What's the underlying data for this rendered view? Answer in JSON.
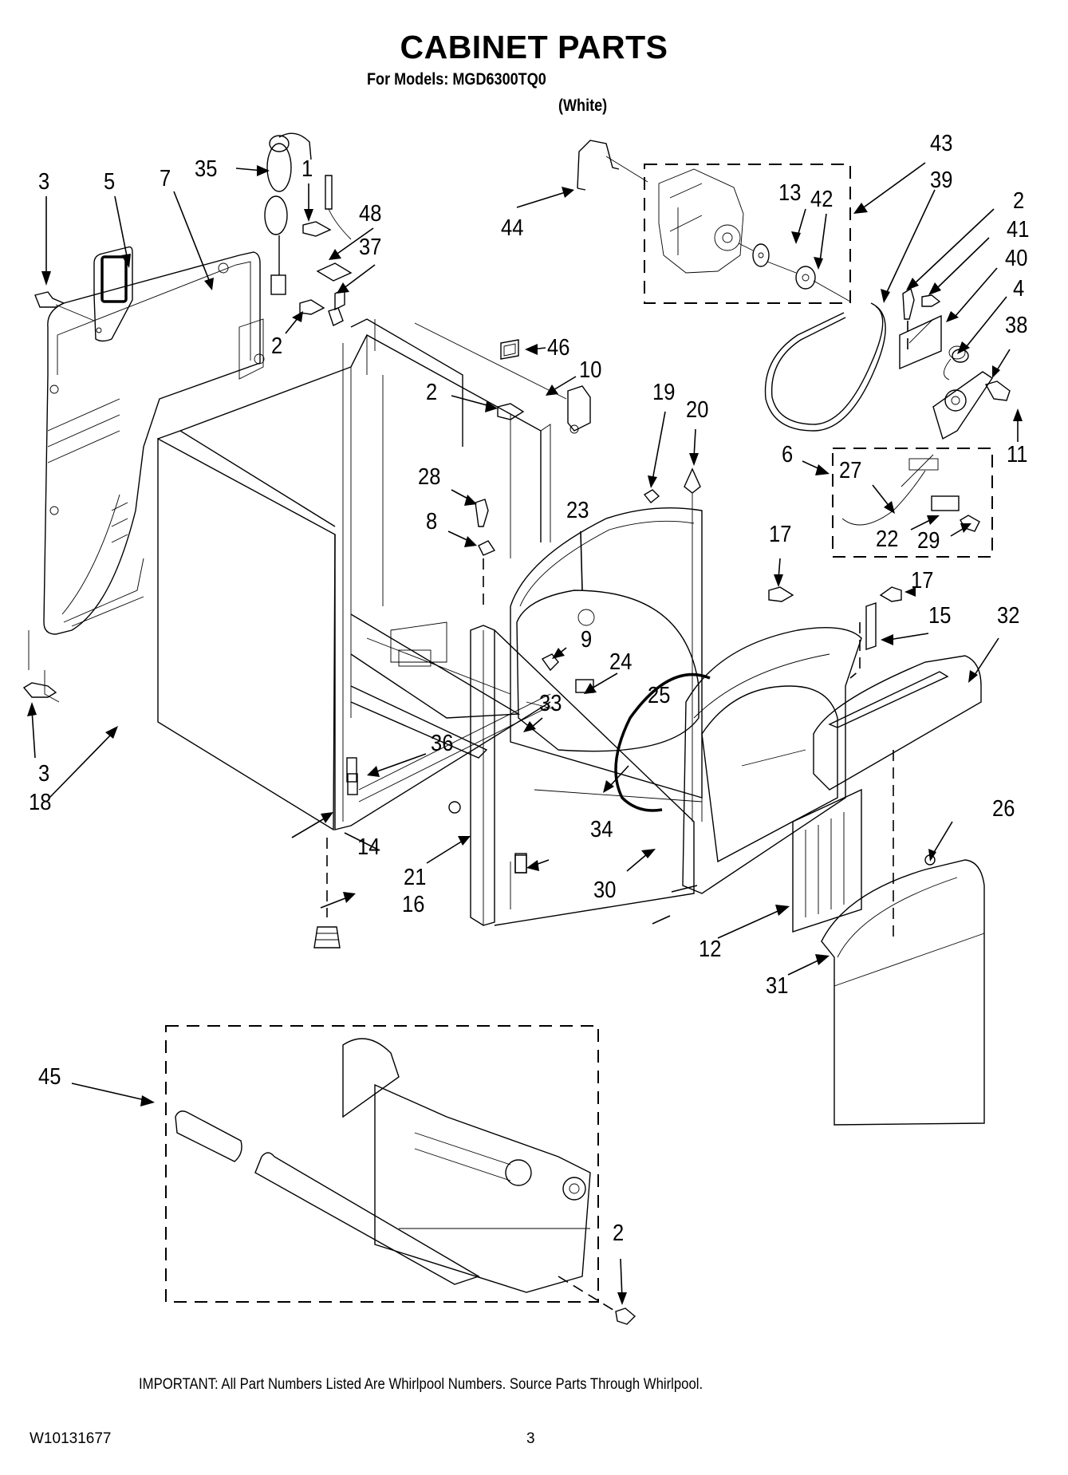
{
  "header": {
    "title": "CABINET PARTS",
    "subtitle": "For Models: MGD6300TQ0",
    "variant": "(White)"
  },
  "callouts": {
    "c3a": "3",
    "c5": "5",
    "c7": "7",
    "c35": "35",
    "c1": "1",
    "c48": "48",
    "c37": "37",
    "c2a": "2",
    "c44": "44",
    "c13": "13",
    "c42": "42",
    "c43": "43",
    "c39": "39",
    "c2b": "2",
    "c41": "41",
    "c40": "40",
    "c4": "4",
    "c38": "38",
    "c46": "46",
    "c10": "10",
    "c2c": "2",
    "c19": "19",
    "c20": "20",
    "c11": "11",
    "c6": "6",
    "c27": "27",
    "c22": "22",
    "c29": "29",
    "c28": "28",
    "c8": "8",
    "c23": "23",
    "c17a": "17",
    "c17b": "17",
    "c15": "15",
    "c32": "32",
    "c9": "9",
    "c24": "24",
    "c33": "33",
    "c25": "25",
    "c36": "36",
    "c3b": "3",
    "c18": "18",
    "c14": "14",
    "c34": "34",
    "c26": "26",
    "c21": "21",
    "c30": "30",
    "c16": "16",
    "c12": "12",
    "c31": "31",
    "c45": "45",
    "c2d": "2"
  },
  "footer": {
    "note": "IMPORTANT: All Part Numbers Listed Are Whirlpool Numbers. Source Parts Through Whirlpool.",
    "doc_number": "W10131677",
    "page_number": "3"
  }
}
